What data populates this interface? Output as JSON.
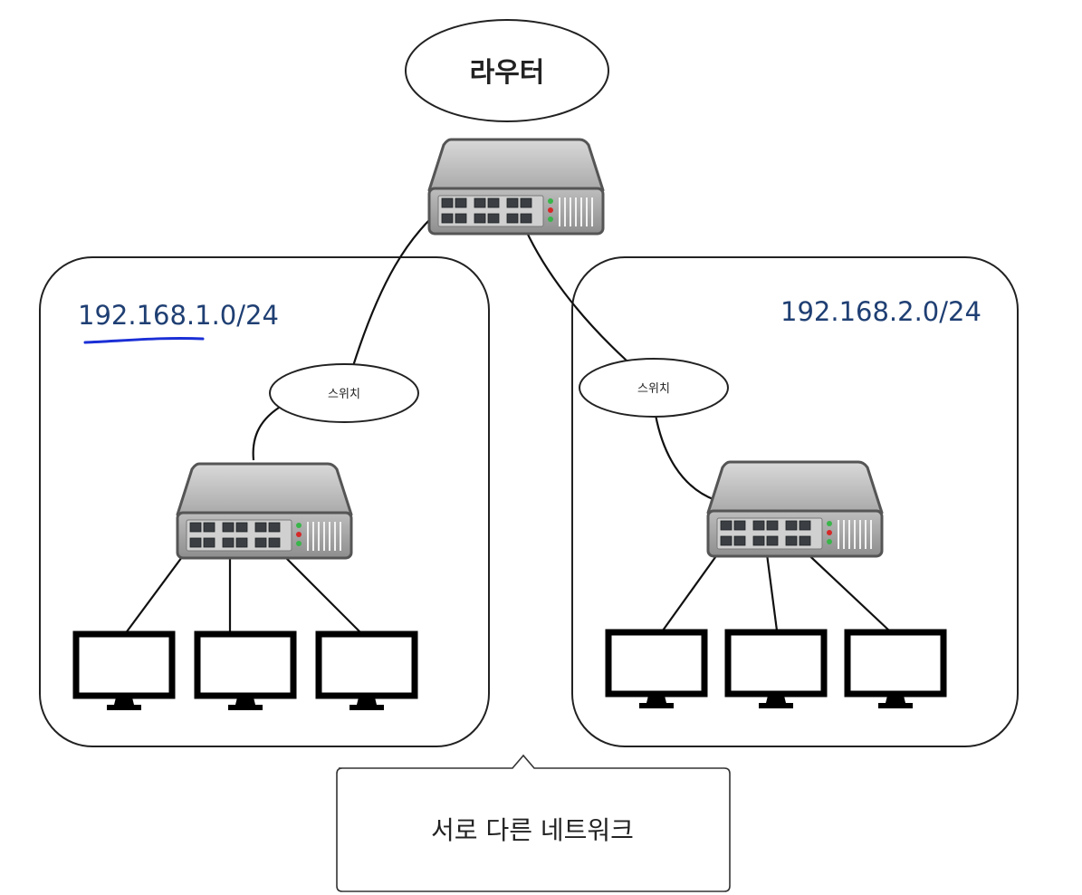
{
  "router": {
    "label": "라우터"
  },
  "networks": [
    {
      "cidr": "192.168.1.0/24",
      "switch_label": "스위치",
      "pc_count": 3,
      "underline_color": "#1b2fd6"
    },
    {
      "cidr": "192.168.2.0/24",
      "switch_label": "스위치",
      "pc_count": 3
    }
  ],
  "callout": {
    "text": "서로 다른 네트워크"
  },
  "colors": {
    "network_label": "#1f3f73",
    "device_body": "#9a9a9a",
    "led_green": "#39b54a",
    "led_red": "#d62828"
  },
  "icons": {
    "router": "network-switch-icon",
    "switch": "network-switch-icon",
    "pc": "monitor-icon"
  }
}
